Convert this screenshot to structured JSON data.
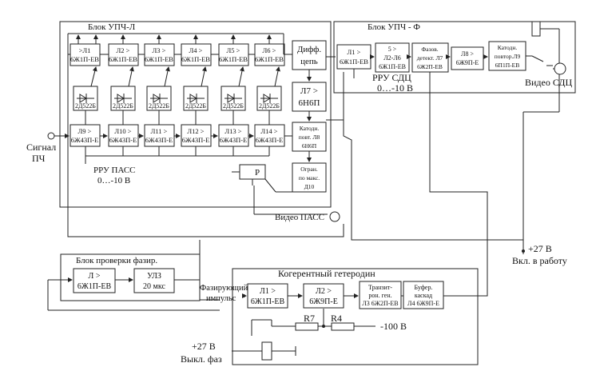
{
  "blocks": {
    "upch_l": {
      "title": "Блок УПЧ-Л"
    },
    "upch_f": {
      "title": "Блок УПЧ - Ф"
    },
    "phase_check": {
      "title": "Блок проверки фазир."
    },
    "coherent_lo": {
      "title": "Когерентный гетеродин"
    }
  },
  "upch_l_top_row": [
    {
      "line1": ">Л1",
      "line2": "6Ж1П-ЕВ"
    },
    {
      "line1": "Л2 >",
      "line2": "6Ж1П-ЕВ"
    },
    {
      "line1": "Л3 >",
      "line2": "6Ж1П-ЕВ"
    },
    {
      "line1": "Л4 >",
      "line2": "6Ж1П-ЕВ"
    },
    {
      "line1": "Л5 >",
      "line2": "6Ж1П-ЕВ"
    },
    {
      "line1": "Л6 >",
      "line2": "6Ж1П-ЕВ"
    }
  ],
  "diodes": [
    "2Д522Б",
    "2Д522Б",
    "2Д522Б",
    "2Д522Б",
    "2Д522Б",
    "2Д522Б"
  ],
  "upch_l_bottom_row": [
    {
      "line1": "Л9 >",
      "line2": "6Ж43П-Е"
    },
    {
      "line1": "Л10 >",
      "line2": "6Ж43П-Е"
    },
    {
      "line1": "Л11 >",
      "line2": "6Ж43П-Е"
    },
    {
      "line1": "Л12 >",
      "line2": "6Ж43П-Е"
    },
    {
      "line1": "Л13 >",
      "line2": "6Ж43П-Е"
    },
    {
      "line1": "Л14 >",
      "line2": "6Ж43П-Е"
    }
  ],
  "diff_chain": {
    "line1": "Дифф.",
    "line2": "цепь"
  },
  "l7_box": {
    "line1": "Л7 >",
    "line2": "6Н6П"
  },
  "cathode_l8": {
    "line1": "Катодн.",
    "line2": "повт. Л8",
    "line3": "6Н6П"
  },
  "limiter_d10": {
    "line1": "Огран.",
    "line2": "по макс.",
    "line3": "Д10"
  },
  "relay_label": "Р",
  "rru_pass": {
    "line1": "РРУ ПАСС",
    "line2": "0…-10 В"
  },
  "signal_label": {
    "line1": "Сигнал",
    "line2": "ПЧ"
  },
  "video_pass": "Видео ПАСС",
  "upch_f_boxes": [
    {
      "line1": "Л1 >",
      "line2": "6Ж1П-ЕВ"
    },
    {
      "line1": "5 >",
      "line2": "Л2-Л6",
      "line3": "6Ж1П-ЕВ"
    },
    {
      "line1": "Фазов.",
      "line2": "детект. Л7",
      "line3": "6Ж2П-ЕВ"
    },
    {
      "line1": "Л8 >",
      "line2": "6Ж9П-Е"
    },
    {
      "line1": "Катодн.",
      "line2": "повтор.Л9",
      "line3": "6П1П-ЕВ"
    }
  ],
  "rru_sdc": {
    "line1": "РРУ СДЦ",
    "line2": "0…-10 В"
  },
  "video_sdc": "Видео СДЦ",
  "power_on": {
    "line1": "+27 В",
    "line2": "Вкл. в работу"
  },
  "phase_check_boxes": [
    {
      "line1": "Л >",
      "line2": "6Ж1П-ЕВ"
    },
    {
      "line1": "УЛЗ",
      "line2": "20 мкс"
    }
  ],
  "phasing_pulse": {
    "line1": "Фазирующий",
    "line2": "импульс"
  },
  "coherent_boxes": [
    {
      "line1": "Л1 >",
      "line2": "6Ж1П-ЕВ"
    },
    {
      "line1": "Л2 >",
      "line2": "6Ж9П-Е"
    },
    {
      "line1": "Транзит-",
      "line2": "рон. ген.",
      "line3": "Л3 6Ж2П-ЕВ"
    },
    {
      "line1": "Буфер.",
      "line2": "каскад",
      "line3": "Л4 6Ж9П-Е"
    }
  ],
  "resistors": {
    "r7": "R7",
    "r4": "R4"
  },
  "minus_100": "-100 В",
  "power_off": {
    "line1": "+27 В",
    "line2": "Выкл. фаз"
  }
}
